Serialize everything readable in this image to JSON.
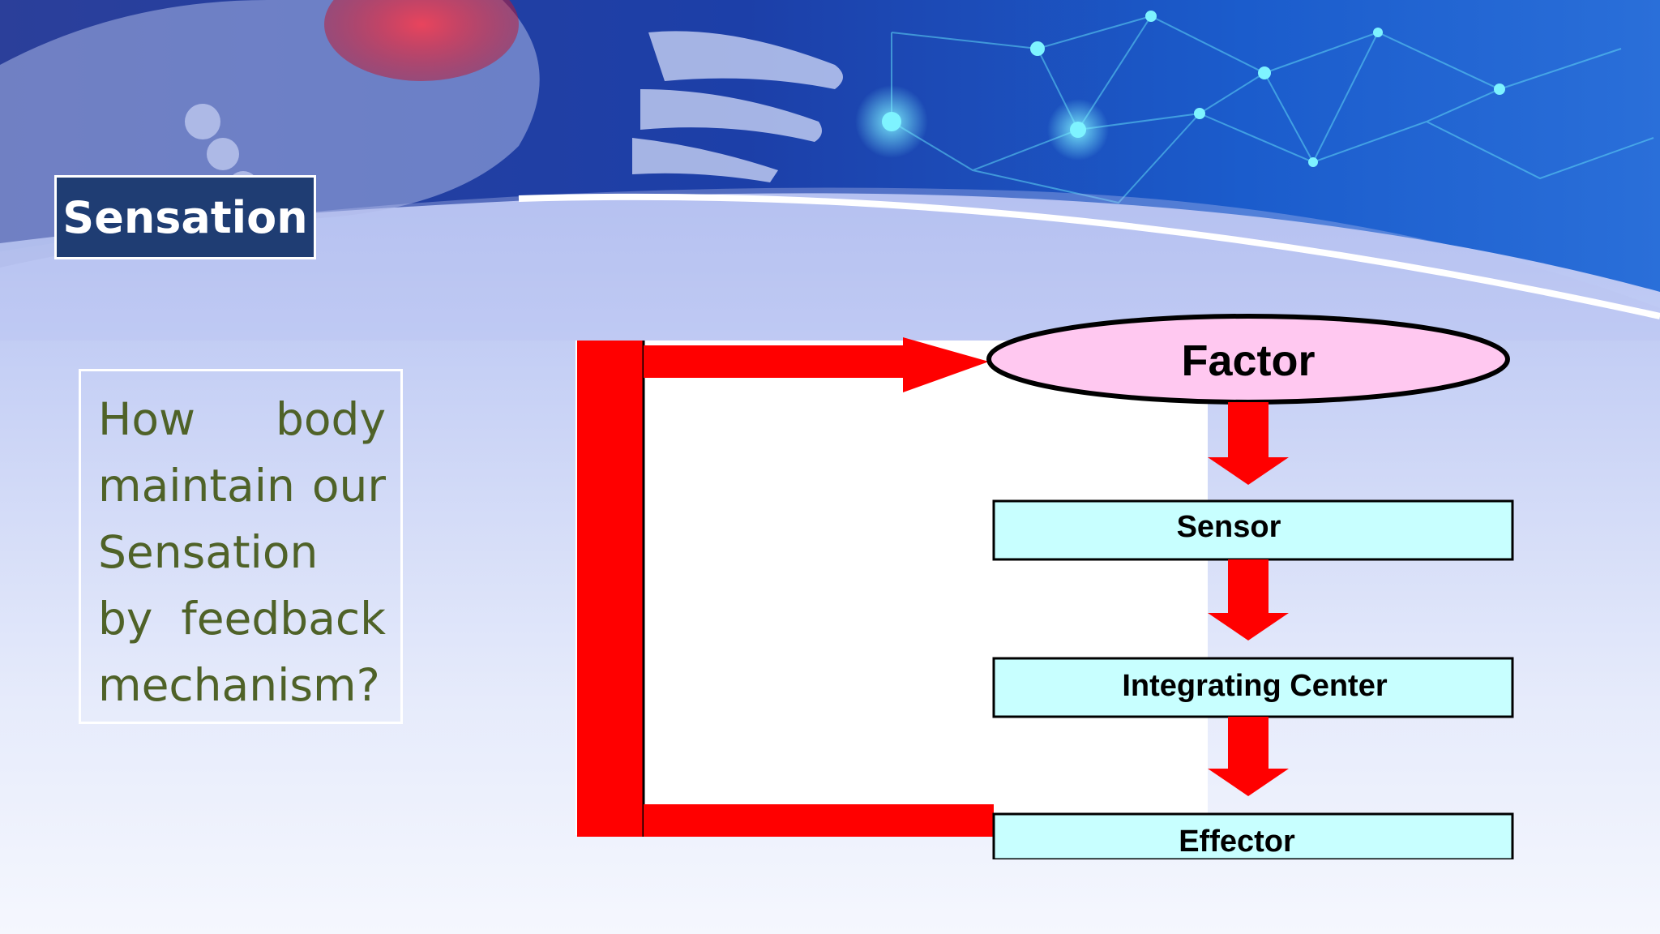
{
  "slide": {
    "title": "Sensation",
    "question": "How body maintain our Sensation by feedback mechanism?"
  },
  "diagram": {
    "nodes": {
      "factor": "Factor",
      "sensor": "Sensor",
      "integrating_center": "Integrating Center",
      "effector": "Effector"
    }
  },
  "colors": {
    "title_bg": "#1f3d73",
    "question_text": "#4f6228",
    "arrow": "#ff0000",
    "factor_fill": "#ffc8f0",
    "box_fill": "#c8ffff"
  }
}
